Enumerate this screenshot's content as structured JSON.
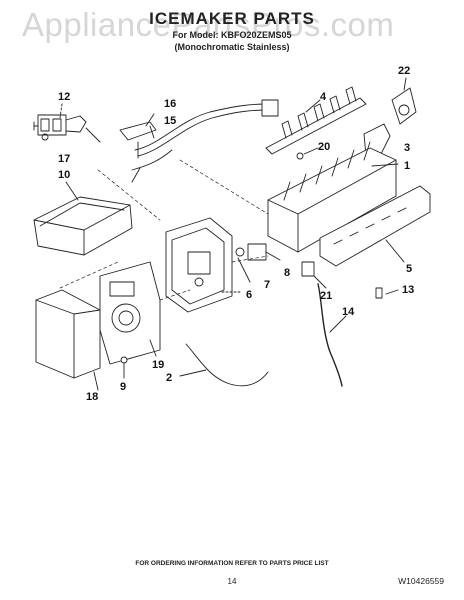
{
  "watermark": "AppliancePartsPros.com",
  "header": {
    "title": "ICEMAKER PARTS",
    "model_line": "For Model: KBFO20ZEMS05",
    "variant_line": "(Monochromatic Stainless)"
  },
  "callouts": {
    "c1": "1",
    "c2": "2",
    "c3": "3",
    "c4": "4",
    "c5": "5",
    "c6": "6",
    "c7": "7",
    "c8": "8",
    "c9": "9",
    "c10": "10",
    "c12": "12",
    "c13": "13",
    "c14": "14",
    "c15": "15",
    "c16": "16",
    "c17": "17",
    "c18": "18",
    "c19": "19",
    "c20": "20",
    "c21": "21",
    "c22": "22"
  },
  "footer": {
    "note": "FOR ORDERING INFORMATION REFER TO PARTS PRICE LIST",
    "page_number": "14",
    "doc_number": "W10426559"
  }
}
